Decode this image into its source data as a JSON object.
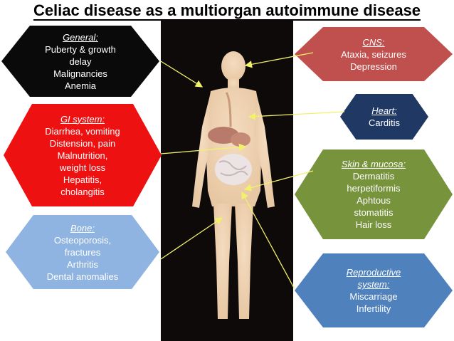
{
  "title": "Celiac disease as a multiorgan autoimmune disease",
  "boxes": {
    "general": {
      "heading": "General:",
      "lines": [
        "Puberty & growth",
        "delay",
        "Malignancies",
        "Anemia"
      ]
    },
    "gi": {
      "heading": "GI system:",
      "lines": [
        "Diarrhea, vomiting",
        "Distension, pain",
        "Malnutrition,",
        "weight loss",
        "Hepatitis,",
        "cholangitis"
      ]
    },
    "bone": {
      "heading": "Bone:",
      "lines": [
        "Osteoporosis,",
        "fractures",
        "Arthritis",
        "Dental anomalies"
      ]
    },
    "cns": {
      "heading": "CNS:",
      "lines": [
        "Ataxia, seizures",
        "Depression"
      ]
    },
    "heart": {
      "heading": "Heart:",
      "lines": [
        "Carditis"
      ]
    },
    "skin": {
      "heading": "Skin & mucosa:",
      "lines": [
        "Dermatitis",
        "herpetiformis",
        "Aphtous",
        "stomatitis",
        "Hair loss"
      ]
    },
    "repro": {
      "heading": "Reproductive",
      "heading2": "system:",
      "lines": [
        "Miscarriage",
        "Infertility"
      ]
    }
  },
  "colors": {
    "general": "#0a0a0a",
    "gi": "#ee1111",
    "bone": "#8fb4e2",
    "cns": "#c0504d",
    "heart": "#1f3864",
    "skin": "#77933c",
    "repro": "#4f81bd",
    "arrow": "#f2f26a"
  }
}
